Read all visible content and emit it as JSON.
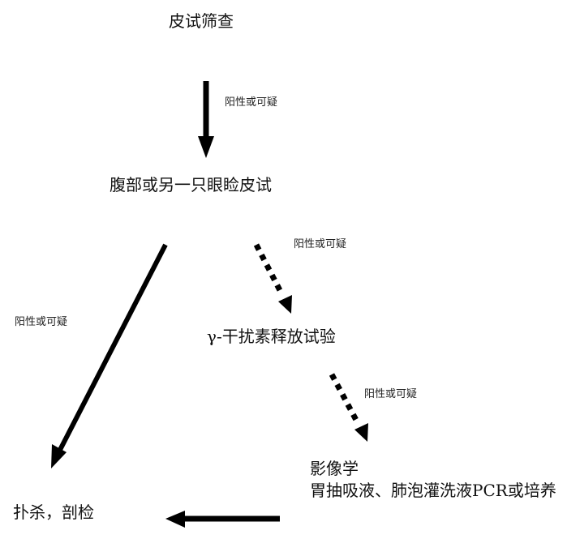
{
  "nodes": {
    "skin_screening": "皮试筛查",
    "abdomen_or_eyelid_test": "腹部或另一只眼睑皮试",
    "gamma_interferon_test": "γ-干扰素释放试验",
    "imaging": "影像学",
    "gastric_lavage_pcr": "胃抽吸液、肺泡灌洗液PCR或培养",
    "cull_necropsy": "扑杀，剖检"
  },
  "edges": [
    {
      "from": "skin_screening",
      "to": "abdomen_or_eyelid_test",
      "label": "阳性或可疑",
      "style": "solid"
    },
    {
      "from": "abdomen_or_eyelid_test",
      "to": "gamma_interferon_test",
      "label": "阳性或可疑",
      "style": "dashed"
    },
    {
      "from": "abdomen_or_eyelid_test",
      "to": "cull_necropsy",
      "label": "阳性或可疑",
      "style": "solid"
    },
    {
      "from": "gamma_interferon_test",
      "to": "imaging",
      "label": "阳性或可疑",
      "style": "dashed"
    },
    {
      "from": "imaging",
      "to": "cull_necropsy",
      "label": "",
      "style": "solid"
    }
  ],
  "colors": {
    "arrow": "#000000",
    "text": "#111111",
    "background": "#ffffff"
  }
}
